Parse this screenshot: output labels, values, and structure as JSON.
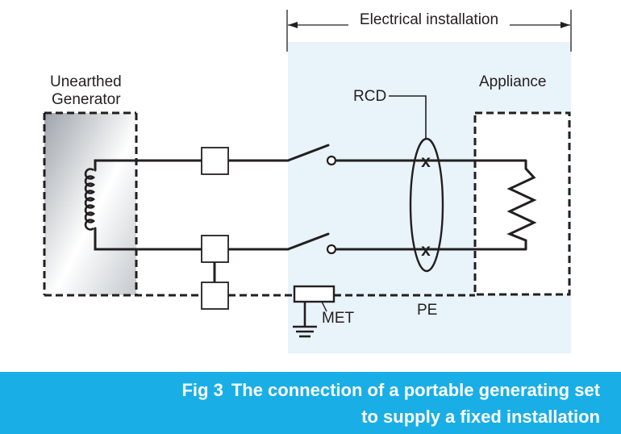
{
  "diagram": {
    "header_label": "Electrical installation",
    "generator_label_line1": "Unearthed",
    "generator_label_line2": "Generator",
    "appliance_label": "Appliance",
    "rcd_label": "RCD",
    "met_label": "MET",
    "pe_label": "PE",
    "cross_mark": "x"
  },
  "caption": {
    "figure_number": "Fig 3",
    "line1": "The connection of a portable generating set",
    "line2": "to supply a fixed installation"
  },
  "colors": {
    "installation_fill": "#e9f3fa",
    "caption_background": "#19aee6",
    "ink": "#231f20",
    "caption_text": "#ffffff"
  }
}
